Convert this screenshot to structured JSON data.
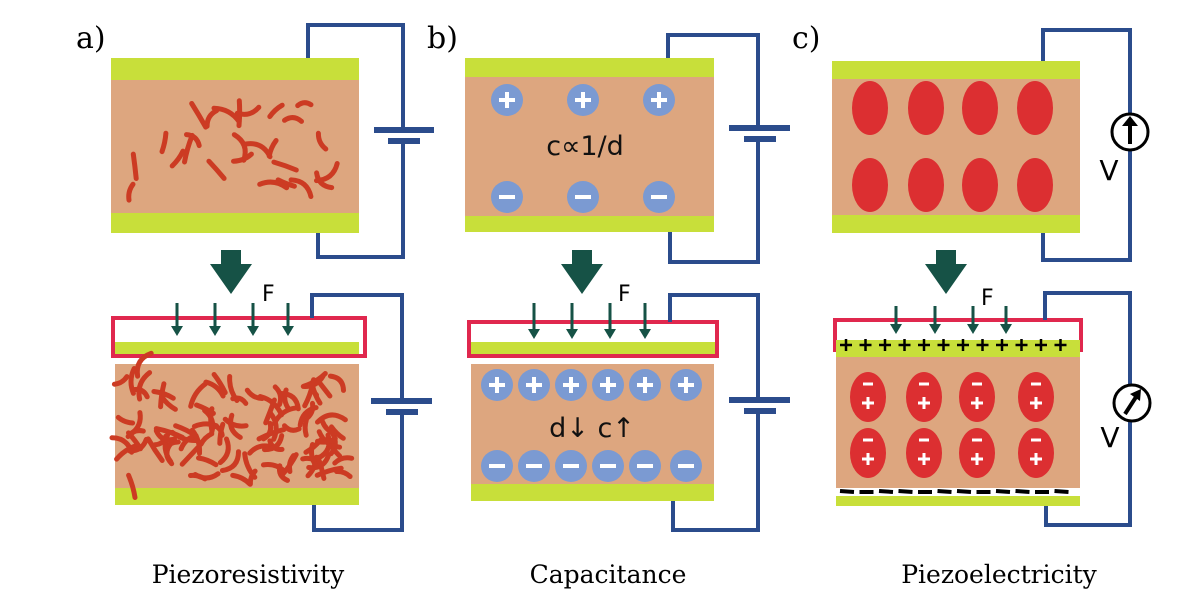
{
  "panels": {
    "a": {
      "letter": "a)",
      "caption": "Piezoresistivity",
      "force_label": "F"
    },
    "b": {
      "letter": "b)",
      "caption": "Capacitance",
      "force_label": "F",
      "formula_top": "c∝1/d",
      "formula_bottom": "d↓ c↑",
      "plus_sign": "+",
      "minus_sign": "−"
    },
    "c": {
      "letter": "c)",
      "caption": "Piezoelectricity",
      "force_label": "F",
      "voltage_label_top": "V",
      "voltage_label_bottom": "V",
      "plus_sign": "+",
      "minus_sign": "−"
    }
  },
  "colors": {
    "electrode": "#c8df3a",
    "material": "#dda67f",
    "filler": "#cc3b23",
    "wire": "#2b4c8c",
    "arrow": "#165246",
    "press_plate": "#e0284e",
    "charge": "#7b9ad2",
    "dipole": "#dc2f31"
  }
}
